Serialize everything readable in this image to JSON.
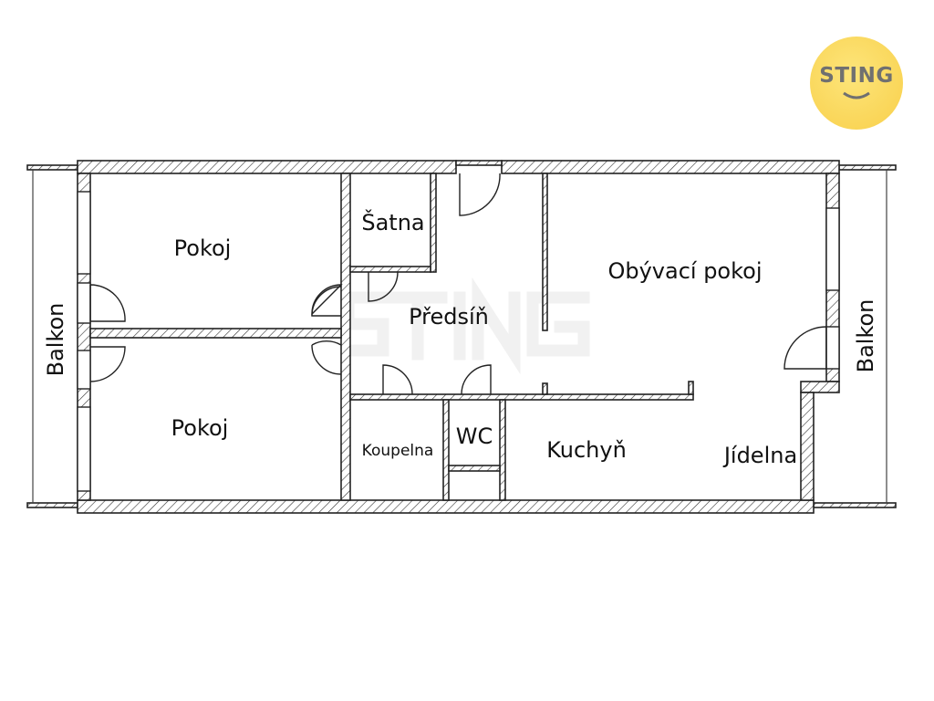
{
  "logo": {
    "text": "STING"
  },
  "watermark": "STING",
  "rooms": {
    "pokoj_top": "Pokoj",
    "pokoj_bottom": "Pokoj",
    "satna": "Šatna",
    "predsin": "Předsíň",
    "obyvaci_pokoj": "Obývací pokoj",
    "koupelna": "Koupelna",
    "wc": "WC",
    "kuchyn": "Kuchyň",
    "jidelna": "Jídelna",
    "balkon_left": "Balkon",
    "balkon_right": "Balkon"
  },
  "colors": {
    "logo": "#f8cf4a",
    "logo_text": "#707070",
    "walls": "#222222"
  }
}
